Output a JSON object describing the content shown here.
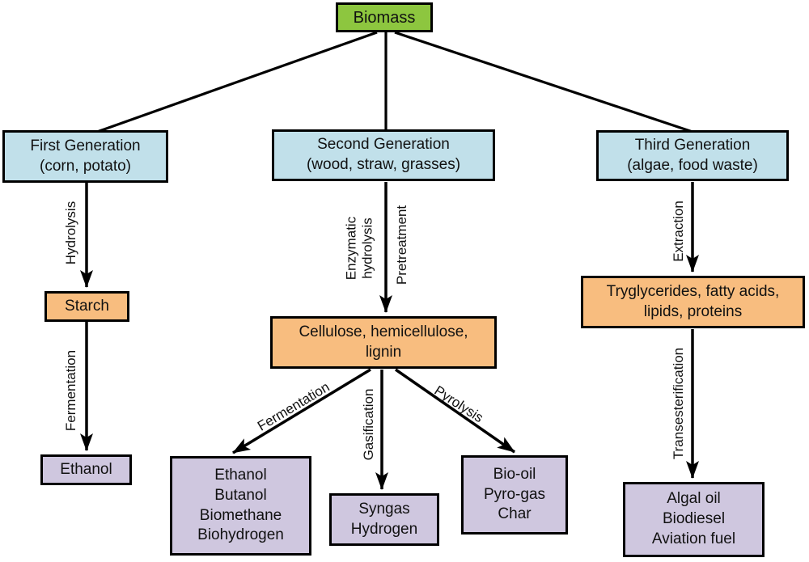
{
  "colors": {
    "root_fill": "#8DC63F",
    "generation_fill": "#C1E0EA",
    "intermediate_fill": "#F8BD7F",
    "product_fill": "#CFC7DF",
    "border": "#000000",
    "arrow": "#000000"
  },
  "nodes": {
    "biomass": {
      "label": "Biomass"
    },
    "first_gen": {
      "line1": "First Generation",
      "line2": "(corn, potato)"
    },
    "second_gen": {
      "line1": "Second Generation",
      "line2": "(wood, straw, grasses)"
    },
    "third_gen": {
      "line1": "Third Generation",
      "line2": "(algae, food waste)"
    },
    "starch": {
      "line1": "Starch"
    },
    "cellulose": {
      "line1": "Cellulose, hemicellulose,",
      "line2": "lignin"
    },
    "triglycerides": {
      "line1": "Tryglycerides, fatty acids,",
      "line2": "lipids, proteins"
    },
    "ethanol": {
      "line1": "Ethanol"
    },
    "fermentation_products": {
      "line1": "Ethanol",
      "line2": "Butanol",
      "line3": "Biomethane",
      "line4": "Biohydrogen"
    },
    "gasification_products": {
      "line1": "Syngas",
      "line2": "Hydrogen"
    },
    "pyrolysis_products": {
      "line1": "Bio-oil",
      "line2": "Pyro-gas",
      "line3": "Char"
    },
    "algal_products": {
      "line1": "Algal oil",
      "line2": "Biodiesel",
      "line3": "Aviation fuel"
    }
  },
  "process_labels": {
    "hydrolysis": "Hydrolysis",
    "fermentation_first": "Fermentation",
    "enzymatic_line1": "Enzymatic",
    "enzymatic_line2": "hydrolysis",
    "pretreatment": "Pretreatment",
    "fermentation_second": "Fermentation",
    "gasification": "Gasification",
    "pyrolysis": "Pyrolysis",
    "extraction": "Extraction",
    "transesterification": "Transesterification"
  }
}
